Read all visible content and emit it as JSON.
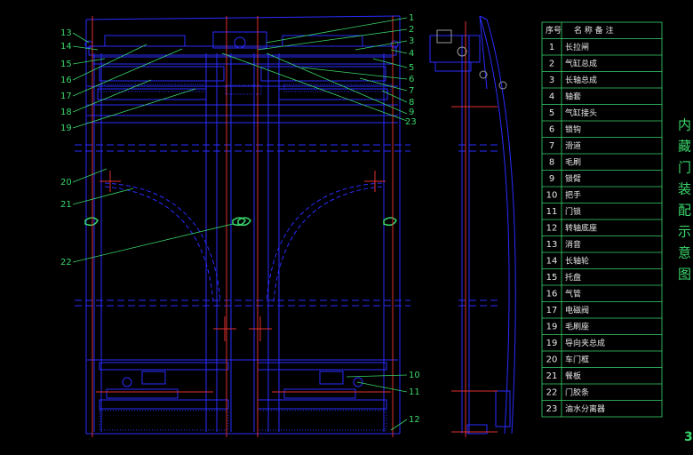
{
  "drawing": {
    "title": "内藏门装配示意图",
    "page_number": "3",
    "parts_table": {
      "headers": [
        "序号",
        "名 称 备 注"
      ],
      "rows": [
        {
          "no": "1",
          "name": "长拉闸"
        },
        {
          "no": "2",
          "name": "气缸总成"
        },
        {
          "no": "3",
          "name": "长轴总成"
        },
        {
          "no": "4",
          "name": "轴套"
        },
        {
          "no": "5",
          "name": "气缸接头"
        },
        {
          "no": "6",
          "name": "锁钩"
        },
        {
          "no": "7",
          "name": "滑道"
        },
        {
          "no": "8",
          "name": "毛刷"
        },
        {
          "no": "9",
          "name": "锁臂"
        },
        {
          "no": "10",
          "name": "把手"
        },
        {
          "no": "11",
          "name": "门锁"
        },
        {
          "no": "12",
          "name": "转轴底座"
        },
        {
          "no": "13",
          "name": "消音"
        },
        {
          "no": "14",
          "name": "长轴轮"
        },
        {
          "no": "15",
          "name": "托盘"
        },
        {
          "no": "16",
          "name": "气管"
        },
        {
          "no": "17",
          "name": "电磁阀"
        },
        {
          "no": "19",
          "name": "毛刷座"
        },
        {
          "no": "19",
          "name": "导向夹总成"
        },
        {
          "no": "20",
          "name": "车门框"
        },
        {
          "no": "21",
          "name": "餐板"
        },
        {
          "no": "22",
          "name": "门胶条"
        },
        {
          "no": "23",
          "name": "油水分离器"
        }
      ]
    },
    "callouts_left": [
      "13",
      "14",
      "15",
      "16",
      "17",
      "18",
      "19",
      "20",
      "21",
      "22"
    ],
    "callouts_right": [
      "1",
      "2",
      "3",
      "4",
      "5",
      "6",
      "7",
      "8",
      "9",
      "23",
      "10",
      "11",
      "12"
    ],
    "colors": {
      "background": "#000000",
      "frame_blue": "#2a2cff",
      "leader_green": "#39d66a",
      "centerline_red": "#e03030",
      "table_line": "#39d66a",
      "text": "#e8e8e8",
      "component_gray": "#9a9a9a"
    }
  }
}
